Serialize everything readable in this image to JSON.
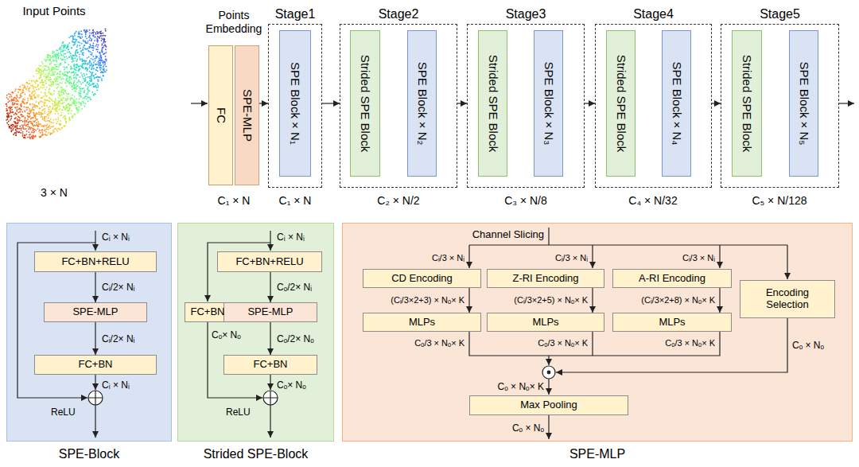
{
  "diagram": {
    "nodes": [
      {
        "text": [
          "FC"
        ]
      },
      {
        "text": [
          "SPE-MLP"
        ]
      },
      {
        "text": [
          "Stage1"
        ]
      },
      {
        "text": [
          "SPE Block × N₁"
        ],
        "in": 2
      },
      {
        "text": [
          "Stage2"
        ]
      },
      {
        "text": [
          "Strided SPE Block"
        ],
        "in": 4
      },
      {
        "text": [
          "SPE Block × N₂"
        ],
        "in": 4
      },
      {
        "text": [
          "Stage3"
        ]
      },
      {
        "text": [
          "Strided SPE Block"
        ],
        "in": 7
      },
      {
        "text": [
          "SPE Block × N₃"
        ],
        "in": 7
      },
      {
        "text": [
          "Stage4"
        ]
      },
      {
        "text": [
          "Strided SPE Block"
        ],
        "in": 10
      },
      {
        "text": [
          "SPE Block × N₄"
        ],
        "in": 10
      },
      {
        "text": [
          "Stage5"
        ]
      },
      {
        "text": [
          "Strided SPE Block"
        ],
        "in": 13
      },
      {
        "text": [
          "SPE Block × N₅"
        ],
        "in": 13
      },
      {
        "text": [
          "SPE-Block"
        ]
      },
      {
        "text": [
          "FC+BN+RELU"
        ],
        "in": 16
      },
      {
        "text": [
          "SPE-MLP"
        ],
        "in": 16
      },
      {
        "text": [
          "FC+BN"
        ],
        "in": 16
      },
      {
        "text": [
          "Strided SPE-Block"
        ]
      },
      {
        "text": [
          "FC+BN+RELU"
        ],
        "in": 20
      },
      {
        "text": [
          "FC+BN"
        ],
        "in": 20
      },
      {
        "text": [
          "SPE-MLP"
        ],
        "in": 20
      },
      {
        "text": [
          "FC+BN"
        ],
        "in": 20
      },
      {
        "text": [
          "SPE-MLP"
        ]
      },
      {
        "text": [
          "CD Encoding"
        ],
        "in": 25
      },
      {
        "text": [
          "Z-RI Encoding"
        ],
        "in": 25
      },
      {
        "text": [
          "A-RI Encoding"
        ],
        "in": 25
      },
      {
        "text": [
          "Encoding Selection"
        ],
        "in": 25
      },
      {
        "text": [
          "MLPs"
        ],
        "in": 25
      },
      {
        "text": [
          "MLPs"
        ],
        "in": 25
      },
      {
        "text": [
          "MLPs"
        ],
        "in": 25
      },
      {
        "text": [
          "Max Pooling"
        ],
        "in": 25
      }
    ],
    "edges": [
      {
        "from": 1,
        "to": 2,
        "arrow": "to"
      },
      {
        "from": 2,
        "to": 4,
        "arrow": "to"
      },
      {
        "from": 4,
        "to": 7,
        "arrow": "to"
      },
      {
        "from": 7,
        "to": 10,
        "arrow": "to"
      },
      {
        "from": 10,
        "to": 13,
        "arrow": "to"
      },
      {
        "from": 17,
        "to": 18,
        "arrow": "to"
      },
      {
        "from": 18,
        "to": 19,
        "arrow": "to"
      },
      {
        "from": 21,
        "to": 23,
        "arrow": "to"
      },
      {
        "from": 23,
        "to": 24,
        "arrow": "to"
      },
      {
        "from": 26,
        "to": 30,
        "arrow": "to"
      },
      {
        "from": 27,
        "to": 31,
        "arrow": "to"
      },
      {
        "from": 28,
        "to": 32,
        "arrow": "to"
      }
    ],
    "labels": [
      "Input Points",
      "3 × N",
      "Points Embedding",
      "C₁ × N",
      "C₁ × N",
      "C₂ × N/2",
      "C₃ × N/8",
      "C₄ × N/32",
      "C₅ × N/128",
      "Cᵢ × Nᵢ",
      "Cᵢ/2× Nᵢ",
      "Cᵢ/2× Nᵢ",
      "Cᵢ × Nᵢ",
      "ReLU",
      "Cᵢ × Nᵢ",
      "Cₒ/2× Nᵢ",
      "Cₒ× Nₒ",
      "Cₒ/2× Nₒ",
      "Cₒ× Nₒ",
      "ReLU",
      "Channel Slicing",
      "Cᵢ/3 × Nᵢ",
      "Cᵢ/3 × Nᵢ",
      "Cᵢ/3 × Nᵢ",
      "(Cᵢ/3×2+3) × Nₒ× K",
      "(Cᵢ/3×2+5) × Nₒ× K",
      "(Cᵢ/3×2+8) × Nₒ× K",
      "Cₒ/3 × Nₒ× K",
      "Cₒ/3 × Nₒ× K",
      "Cₒ/3 × Nₒ× K",
      "Cₒ × Nₒ",
      "Cₒ × Nₒ× K",
      "Cₒ × Nₒ"
    ]
  }
}
